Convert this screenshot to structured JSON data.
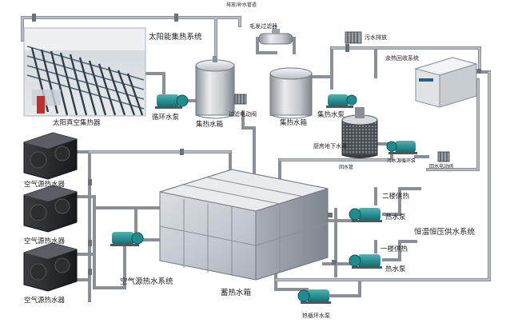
{
  "labels": {
    "top_pipe_note": "排放/补水管道",
    "solar_system": "太阳能集热系统",
    "solar_collector": "太阳真空集热器",
    "circ_pump": "循环水泵",
    "collect_tank": "集热水箱",
    "over_valve": "过滤电动阀",
    "filter": "毛发过滤器",
    "heat_tank": "集热水箱",
    "heat_pump_pump": "集热水泵",
    "sewage_pump": "污水排放",
    "heat_recovery": "余热回收系统",
    "underground_tank": "厨房地下水池",
    "sewage_circ_pump": "污水源循环泵",
    "return_valve": "回水电动阀",
    "return_pipe": "回水管",
    "ashp_1": "空气源热水器",
    "ashp_2": "空气源热水器",
    "ashp_3": "空气源热水器",
    "ashp_system": "空气源热水系统",
    "storage_tank": "蓄热水箱",
    "floor2_supply": "二楼供热",
    "floor2_pump": "热水泵",
    "constant_system": "恒温恒压供水系统",
    "floor1_supply": "一楼供热",
    "floor1_pump": "热水泵",
    "heat_pump_bottom": "热循环水泵"
  }
}
